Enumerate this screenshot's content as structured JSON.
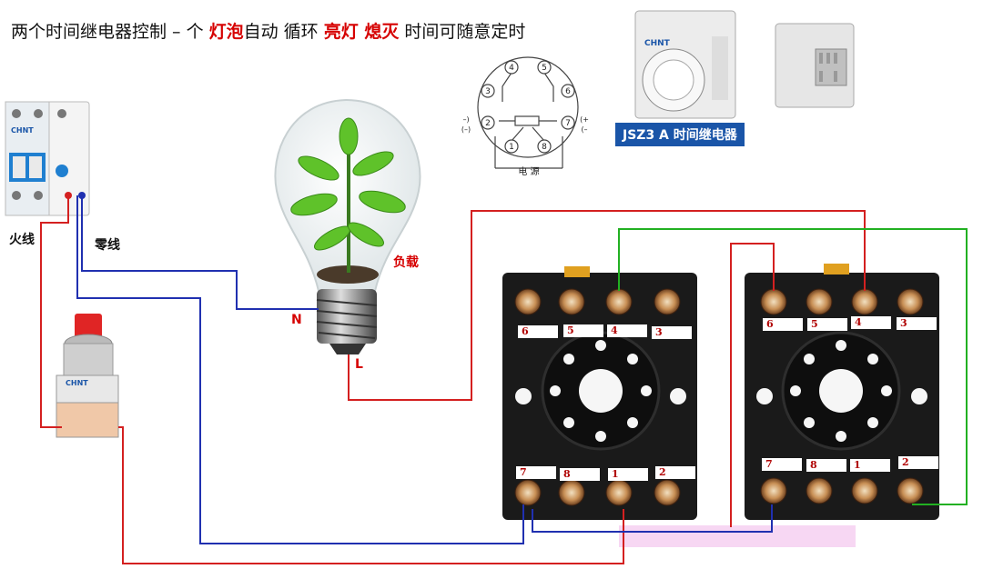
{
  "title": {
    "part1": "两个时间继电器控制 – 个 ",
    "hl1": "灯泡",
    "part2": "自动 循环 ",
    "hl2": "亮灯 熄灭",
    "part3": " 时间可随意定时"
  },
  "labels": {
    "live": "火线",
    "neutral": "零线",
    "load": "负载",
    "n_terminal": "N",
    "l_terminal": "L",
    "relay_model": "JSZ3 A 时间继电器",
    "power": "电 源",
    "brand": "CHNT"
  },
  "pinout": {
    "pins": [
      "4",
      "5",
      "3",
      "6",
      "2",
      "7",
      "1",
      "8"
    ],
    "minus_left": "–)",
    "minus_left2": "(–)",
    "plus_right": "(+",
    "minus_right": "(–"
  },
  "relay1": {
    "top": [
      "6",
      "5",
      "4",
      "3"
    ],
    "bottom": [
      "7",
      "8",
      "1",
      "2"
    ]
  },
  "relay2": {
    "top": [
      "6",
      "5",
      "4",
      "3"
    ],
    "bottom": [
      "7",
      "8",
      "1",
      "2"
    ]
  },
  "colors": {
    "live": "#d42020",
    "neutral": "#2030b0",
    "green": "#22b022",
    "accent": "#d60000",
    "badge": "#1a55a8"
  }
}
